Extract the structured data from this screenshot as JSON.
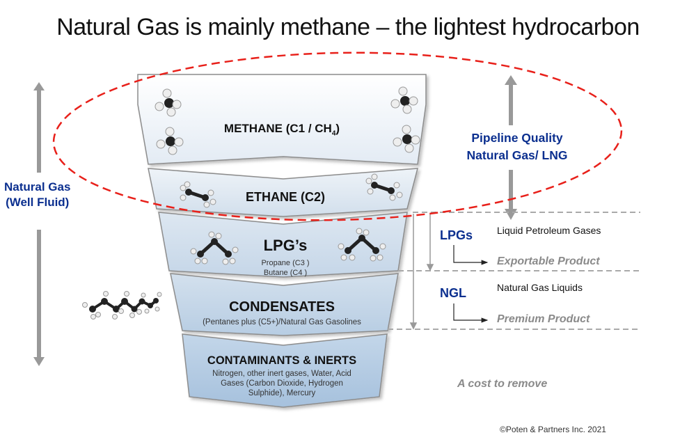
{
  "title": "Natural Gas is mainly methane – the lightest hydrocarbon",
  "colors": {
    "title": "#111111",
    "blue_label": "#0b2f8f",
    "gray_italic": "#8a8a8a",
    "ellipse_dash": "#e8201a",
    "arrow_gray": "#999999",
    "band_top": "#f3f6fa",
    "band_bottom": "#a9c3de"
  },
  "funnel": {
    "bands": [
      {
        "id": "methane",
        "title": "METHANE (C1 / CH",
        "subscript": "4",
        "title_suffix": ")",
        "subtitle": [],
        "molecule": "methane"
      },
      {
        "id": "ethane",
        "title": "ETHANE (C2)",
        "subtitle": [],
        "molecule": "ethane"
      },
      {
        "id": "lpg",
        "title": "LPG’s",
        "subtitle": [
          "Propane (C3 )",
          "Butane (C4 )"
        ],
        "molecule": "propane"
      },
      {
        "id": "condensates",
        "title": "CONDENSATES",
        "subtitle": [
          "(Pentanes plus (C5+)/Natural Gas Gasolines"
        ],
        "molecule": "octane"
      },
      {
        "id": "contaminants",
        "title": "CONTAMINANTS & INERTS",
        "subtitle": [
          "Nitrogen, other inert gases, Water, Acid",
          "Gases (Carbon Dioxide, Hydrogen",
          "Sulphide), Mercury"
        ],
        "molecule": null
      }
    ]
  },
  "left_label": {
    "line1": "Natural Gas",
    "line2": "(Well Fluid)"
  },
  "right_label": {
    "line1": "Pipeline Quality",
    "line2": "Natural Gas/ LNG"
  },
  "lpgs": {
    "abbr": "LPGs",
    "full": "Liquid Petroleum Gases",
    "note": "Exportable Product"
  },
  "ngl": {
    "abbr": "NGL",
    "full": "Natural Gas Liquids",
    "note": "Premium Product"
  },
  "contaminants_note": "A cost to remove",
  "copyright": "©Poten & Partners Inc. 2021"
}
